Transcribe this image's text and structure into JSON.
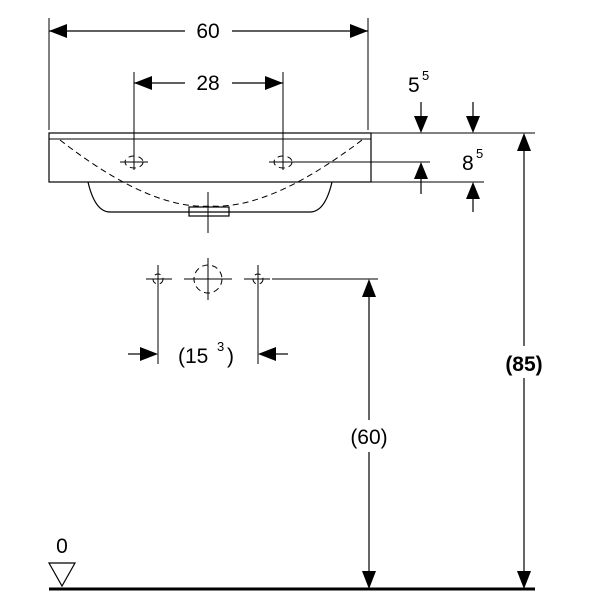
{
  "dimensions": {
    "total_width": "60",
    "tap_spacing": "28",
    "rim_offset_main": "5",
    "rim_offset_sup": "5",
    "rim_height_main": "8",
    "rim_height_sup": "5",
    "waste_spacing_open": "(15",
    "waste_spacing_sup": "3",
    "waste_spacing_close": ")",
    "trap_height": "(60)",
    "overall_height": "(85)",
    "floor_level": "0"
  }
}
